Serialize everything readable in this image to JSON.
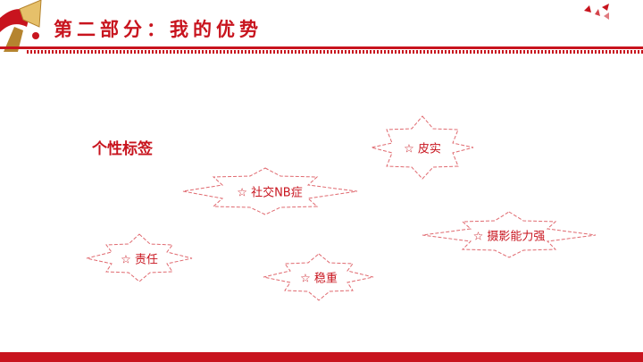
{
  "header": {
    "title": "第二部分：我的优势",
    "icon": "trumpet-flag-icon",
    "decoration": "red-birds-icon"
  },
  "section": {
    "label": "个性标签"
  },
  "tags": [
    {
      "text": "☆ 皮实"
    },
    {
      "text": "☆ 社交NB症"
    },
    {
      "text": "☆ 摄影能力强"
    },
    {
      "text": "☆ 责任"
    },
    {
      "text": "☆ 稳重"
    }
  ],
  "colors": {
    "accent": "#c8141e",
    "background": "#ffffff"
  }
}
